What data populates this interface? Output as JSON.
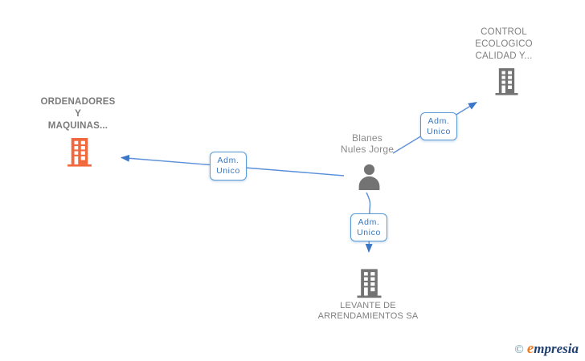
{
  "diagram": {
    "nodes": {
      "control": {
        "line1": "CONTROL",
        "line2": "ECOLOGICO",
        "line3": "CALIDAD Y..."
      },
      "ordenadores": {
        "line1": "ORDENADORES",
        "line2": "Y",
        "line3": "MAQUINAS..."
      },
      "person": {
        "line1": "Blanes",
        "line2": "Nules Jorge"
      },
      "levante": {
        "line1": "LEVANTE DE",
        "line2": "ARRENDAMIENTOS SA"
      }
    },
    "edge_labels": {
      "to_ordenadores": {
        "line1": "Adm.",
        "line2": "Unico"
      },
      "to_control": {
        "line1": "Adm.",
        "line2": "Unico"
      },
      "to_levante": {
        "line1": "Adm.",
        "line2": "Unico"
      }
    }
  },
  "footer": {
    "copyright": "©",
    "brand_first_letter": "e",
    "brand_rest": "mpresia"
  },
  "colors": {
    "edge_blue": "#5b8fd9",
    "arrow_blue": "#3b76c9",
    "box_border_blue": "#5b9bd5",
    "box_text_blue": "#3a78bf",
    "label_gray": "#7f7f7f",
    "icon_gray": "#737373",
    "highlight_orange": "#f0683c",
    "logo_teal": "#5c8fa3",
    "logo_orange": "#f07d23",
    "logo_navy": "#1e3f6f"
  }
}
